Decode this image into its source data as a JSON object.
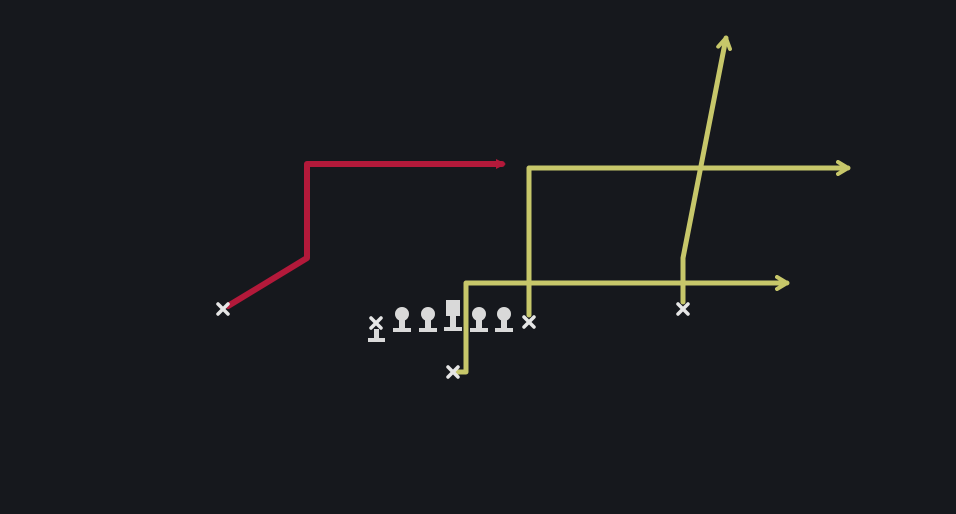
{
  "play": {
    "type": "football-play-diagram",
    "colors": {
      "background": "#16181d",
      "primary_route": "#b3193a",
      "secondary_routes": "#c7c76a",
      "players": "#d9d9d9"
    },
    "offensive_line": {
      "count": 5,
      "center_marked_square": true
    },
    "routes": [
      {
        "name": "left-receiver-route",
        "color_key": "primary_route",
        "shape": "slant-then-out-right"
      },
      {
        "name": "slot-receiver-route",
        "color_key": "secondary_routes",
        "shape": "vertical-then-in-right"
      },
      {
        "name": "backfield-route",
        "color_key": "secondary_routes",
        "shape": "short-out-right"
      },
      {
        "name": "right-receiver-route",
        "color_key": "secondary_routes",
        "shape": "vertical-go"
      }
    ],
    "player_markers": [
      {
        "name": "left-receiver-x",
        "icon": "x-mark"
      },
      {
        "name": "quarterback-x",
        "icon": "x-mark"
      },
      {
        "name": "slot-receiver-x",
        "icon": "x-mark"
      },
      {
        "name": "running-back-x",
        "icon": "x-mark"
      },
      {
        "name": "right-receiver-x",
        "icon": "x-mark"
      }
    ]
  }
}
